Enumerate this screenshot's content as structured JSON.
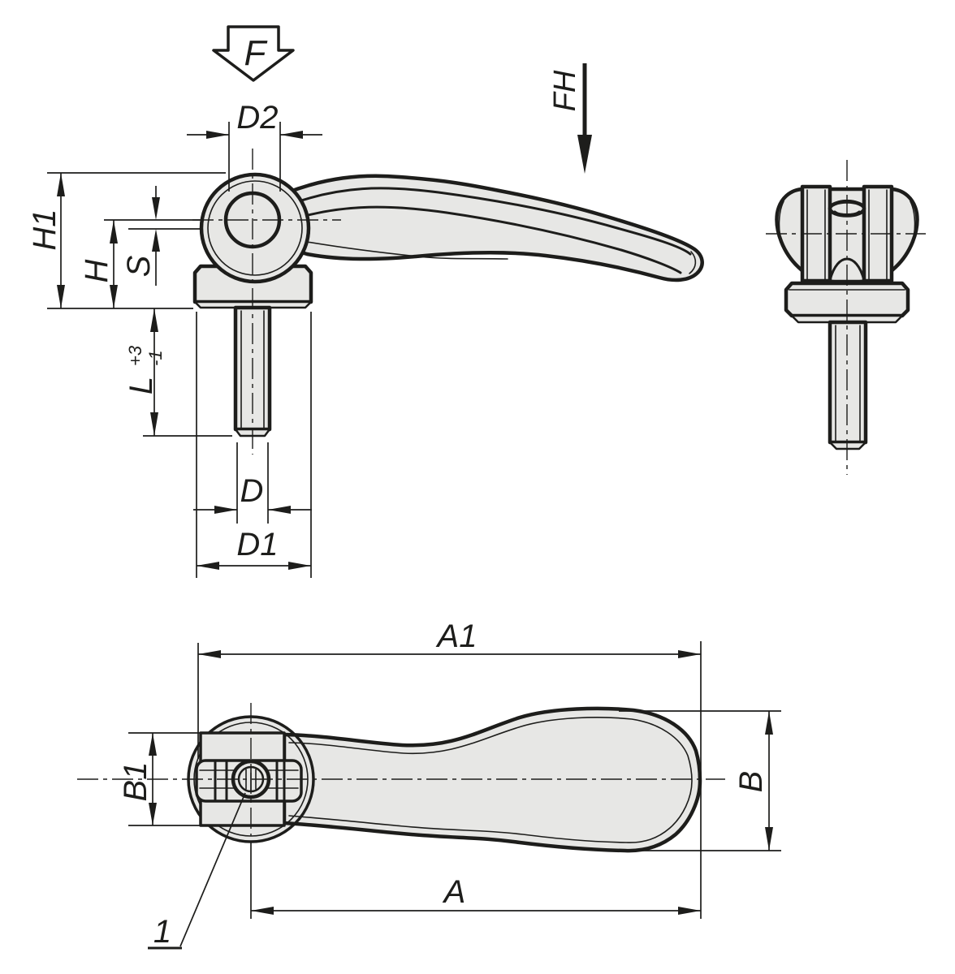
{
  "drawing": {
    "colors": {
      "background": "#ffffff",
      "line": "#1d1d1b",
      "part_fill": "#e7e7e5"
    },
    "force_labels": {
      "lever_force": "F",
      "hand_force": "FH"
    },
    "dimension_labels": {
      "h1": "H1",
      "h": "H",
      "s": "S",
      "l": "L",
      "l_tol_upper": "+3",
      "l_tol_lower": "-1",
      "d": "D",
      "d1": "D1",
      "d2": "D2",
      "a1": "A1",
      "a": "A",
      "b1": "B1",
      "b": "B"
    },
    "callout_labels": {
      "position_1": "1"
    }
  }
}
